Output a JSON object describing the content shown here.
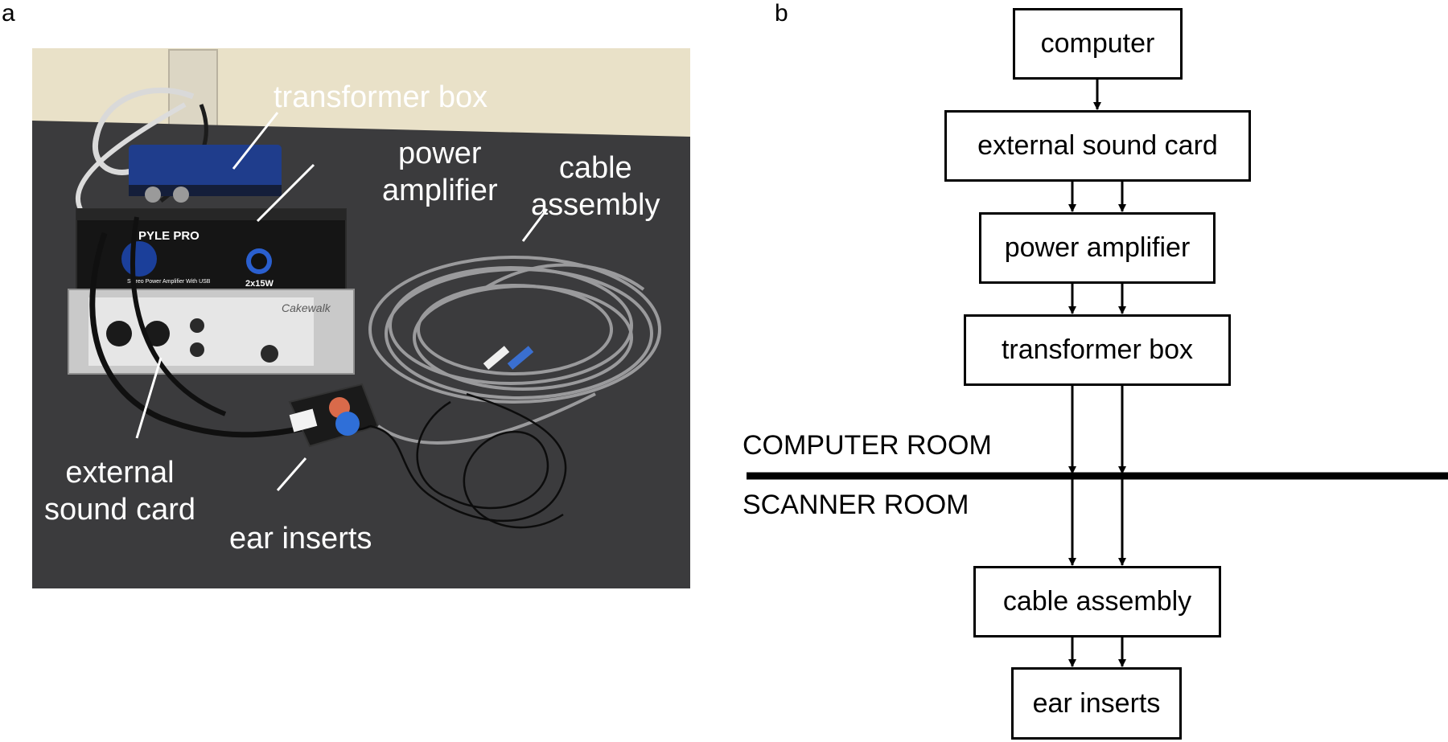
{
  "panel_a": {
    "letter": "a",
    "labels": {
      "transformer_box": "transformer box",
      "power_amplifier": "power\namplifier",
      "cable_assembly": "cable\nassembly",
      "external_sound_card": "external\nsound card",
      "ear_inserts": "ear inserts"
    },
    "device_text": {
      "amp_brand": "PYLE PRO",
      "amp_caption": "Stereo Power Amplifier With USB",
      "amp_rating": "2x15W",
      "sound_card_brand": "Cakewalk"
    }
  },
  "panel_b": {
    "letter": "b",
    "boxes": {
      "computer": "computer",
      "external_sound_card": "external sound card",
      "power_amplifier": "power amplifier",
      "transformer_box": "transformer box",
      "cable_assembly": "cable assembly",
      "ear_inserts": "ear inserts"
    },
    "rooms": {
      "upper": "COMPUTER ROOM",
      "lower": "SCANNER ROOM"
    }
  }
}
